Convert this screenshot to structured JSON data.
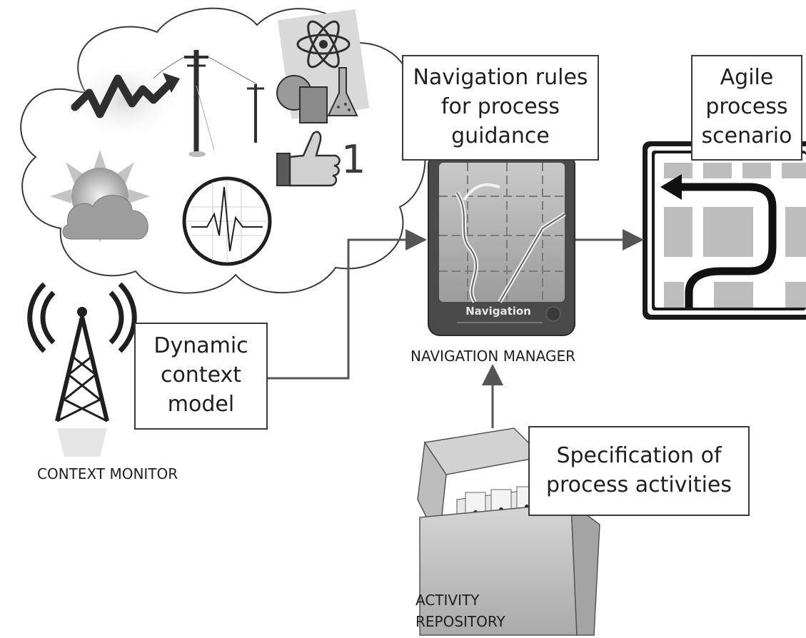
{
  "boxes": {
    "navigation_rules": {
      "lines": [
        "Navigation rules",
        "for process",
        "guidance"
      ]
    },
    "agile_scenario": {
      "lines": [
        "Agile",
        "process",
        "scenario"
      ]
    },
    "dynamic_context": {
      "lines": [
        "Dynamic",
        "context",
        "model"
      ]
    },
    "specification": {
      "lines": [
        "Specification of",
        "process activities"
      ]
    }
  },
  "captions": {
    "context_monitor": "CONTEXT MONITOR",
    "navigation_manager": "NAVIGATION MANAGER",
    "activity_repository": [
      "ACTIVITY",
      "REPOSITORY"
    ]
  },
  "device": {
    "label": "Navigation"
  },
  "badge": {
    "like_count": "1"
  },
  "icons": [
    "cloud-icon",
    "stock-chart-icon",
    "power-pole-icon",
    "atom-lab-icon",
    "sun-cloud-icon",
    "heartbeat-icon",
    "thumbs-up-icon",
    "radio-tower-icon",
    "navigation-device-icon",
    "route-sign-icon",
    "file-box-icon"
  ],
  "colors": {
    "stroke": "#3a3a3a",
    "arrow": "#555555",
    "cloud_fill": "#ffffff",
    "device_body": "#4a4a4a",
    "sign_grey": "#bdbdbd"
  }
}
